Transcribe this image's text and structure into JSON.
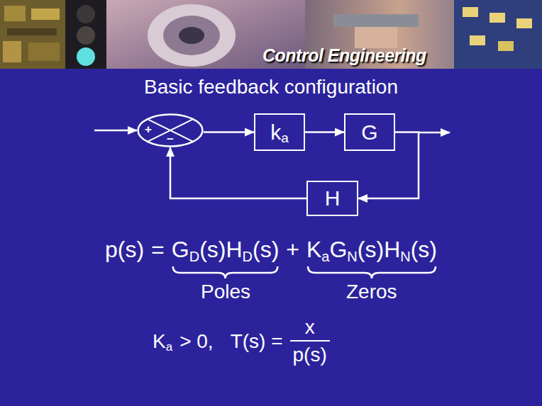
{
  "diagram": {
    "title": "Basic feedback configuration",
    "nodes": [
      {
        "text": [
          "+",
          "−"
        ]
      },
      {
        "text": [
          "k",
          "a"
        ]
      },
      {
        "text": [
          "G"
        ]
      },
      {
        "text": [
          "H"
        ]
      }
    ],
    "edges": [
      {
        "from": 0,
        "to": 1,
        "arrow": "to"
      },
      {
        "from": 1,
        "to": 2,
        "arrow": "to"
      },
      {
        "from": 2,
        "to": 3,
        "arrow": "to"
      },
      {
        "from": 3,
        "to": 0,
        "arrow": "to"
      }
    ],
    "labels": [
      "Control Engineering",
      "p(s)",
      "=",
      "G",
      "D",
      "(s)H",
      "D",
      "(s)",
      "+",
      "K",
      "a",
      "G",
      "N",
      "(s)H",
      "N",
      "(s)",
      "Poles",
      "Zeros",
      "K",
      "a",
      "> 0,",
      "T(s) =",
      "x",
      "p(s)"
    ]
  }
}
